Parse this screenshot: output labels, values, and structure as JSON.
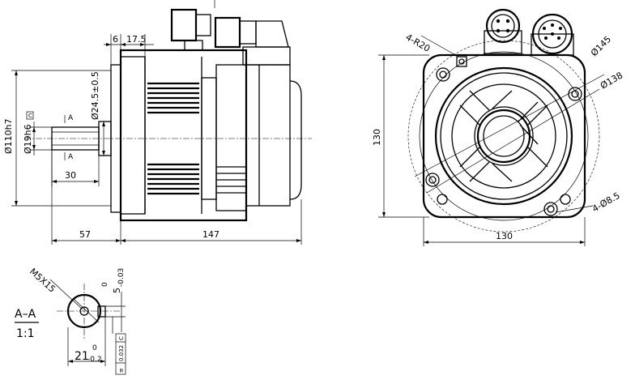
{
  "side_view": {
    "dim_shaft_step": "6",
    "dim_flange_to_fins": "17.5",
    "dim_pilot_dia": "Ø24.5±0.5",
    "dim_body_dia": "Ø110h7",
    "dim_shaft_dia": "Ø19h6",
    "dim_key_length": "30",
    "dim_shaft_length": "57",
    "dim_body_length": "147",
    "section_mark_top": "A",
    "section_mark_bottom": "A",
    "datum_label": "C"
  },
  "front_view": {
    "dim_corner_radius": "4-R20",
    "dim_pcd_outer": "Ø145",
    "dim_pcd_inner": "Ø138",
    "dim_height": "130",
    "dim_width": "130",
    "dim_holes": "4-Ø8.5"
  },
  "section_view": {
    "title": "A–A",
    "scale": "1:1",
    "dim_tapped_hole": "M5X15",
    "dim_key_width_nominal": "5",
    "dim_key_width_upper": "0",
    "dim_key_width_lower": "-0.03",
    "dim_depth_nominal": "21",
    "dim_depth_upper": "0",
    "dim_depth_lower": "-0.2",
    "tol_value": "0.032",
    "tol_datum": "C",
    "tol_symbol": "≡"
  }
}
